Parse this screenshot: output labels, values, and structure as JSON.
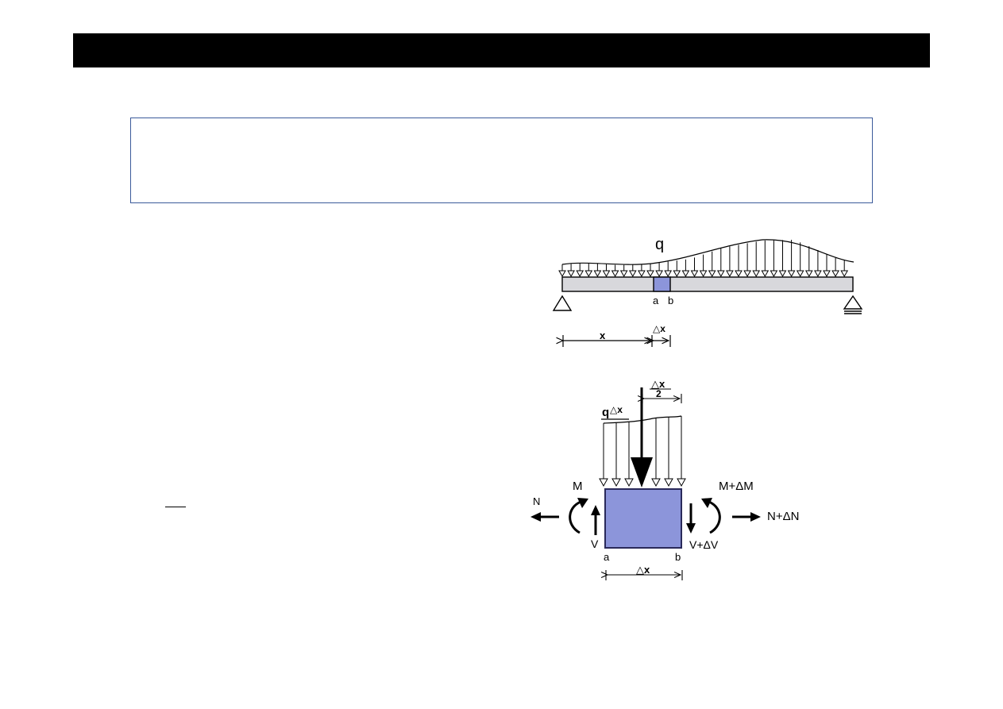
{
  "colors": {
    "beam": "#d8d8dc",
    "element": "#8c95da",
    "element_border": "#2a2a5a",
    "frame_border": "#3b5a9a",
    "title_bar": "#000000"
  },
  "beam_diagram": {
    "load_label": "q",
    "point_a": "a",
    "point_b": "b",
    "x_label": "x",
    "dx_label": "△x"
  },
  "element_diagram": {
    "q_label": "q",
    "q_dx_label": "△x",
    "half_num": "△x",
    "half_den": "2",
    "moment_left": "M",
    "moment_right": "M+ΔM",
    "axial_left": "N",
    "axial_right": "N+ΔN",
    "shear_left": "V",
    "shear_right": "V+ΔV",
    "point_a": "a",
    "point_b": "b",
    "width_label": "△x"
  }
}
